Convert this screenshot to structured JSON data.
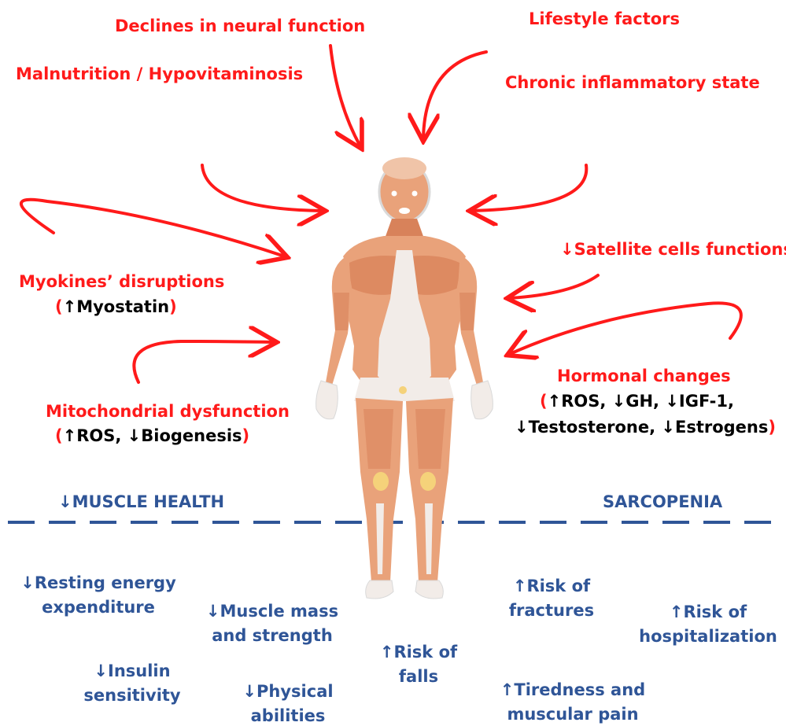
{
  "colors": {
    "cause": "#ff1a1a",
    "outcome": "#2f5597",
    "detail": "#000000",
    "skin": "#e9a27a",
    "muscle_dark": "#c8734c"
  },
  "causes": {
    "neural": "Declines in neural function",
    "lifestyle": "Lifestyle factors",
    "malnutrition": "Malnutrition / Hypovitaminosis",
    "inflammation": "Chronic inflammatory state",
    "satellite": "↓Satellite cells functions",
    "myokines": "Myokines’ disruptions",
    "myokines_open": "(",
    "myokines_detail": "↑Myostatin",
    "myokines_close": ")",
    "mito": "Mitochondrial dysfunction",
    "mito_open": "(",
    "mito_detail": "↑ROS, ↓Biogenesis",
    "mito_close": ")",
    "hormonal": "Hormonal changes",
    "hormonal_open": "(",
    "hormonal_detail_1": "↑ROS, ↓GH, ↓IGF-1,",
    "hormonal_detail_2": "↓Testosterone, ↓Estrogens",
    "hormonal_close": ")"
  },
  "divider": {
    "left": "↓MUSCLE HEALTH",
    "right": "SARCOPENIA"
  },
  "outcomes": {
    "resting_1": "↓Resting energy",
    "resting_2": "expenditure",
    "muscle_1": "↓Muscle mass",
    "muscle_2": "and strength",
    "insulin_1": "↓Insulin",
    "insulin_2": "sensitivity",
    "physical_1": "↓Physical",
    "physical_2": "abilities",
    "falls_1": "↑Risk of",
    "falls_2": "falls",
    "fractures_1": "↑Risk of",
    "fractures_2": "fractures",
    "tiredness_1": "↑Tiredness and",
    "tiredness_2": "muscular pain",
    "hospital_1": "↑Risk of",
    "hospital_2": "hospitalization"
  }
}
